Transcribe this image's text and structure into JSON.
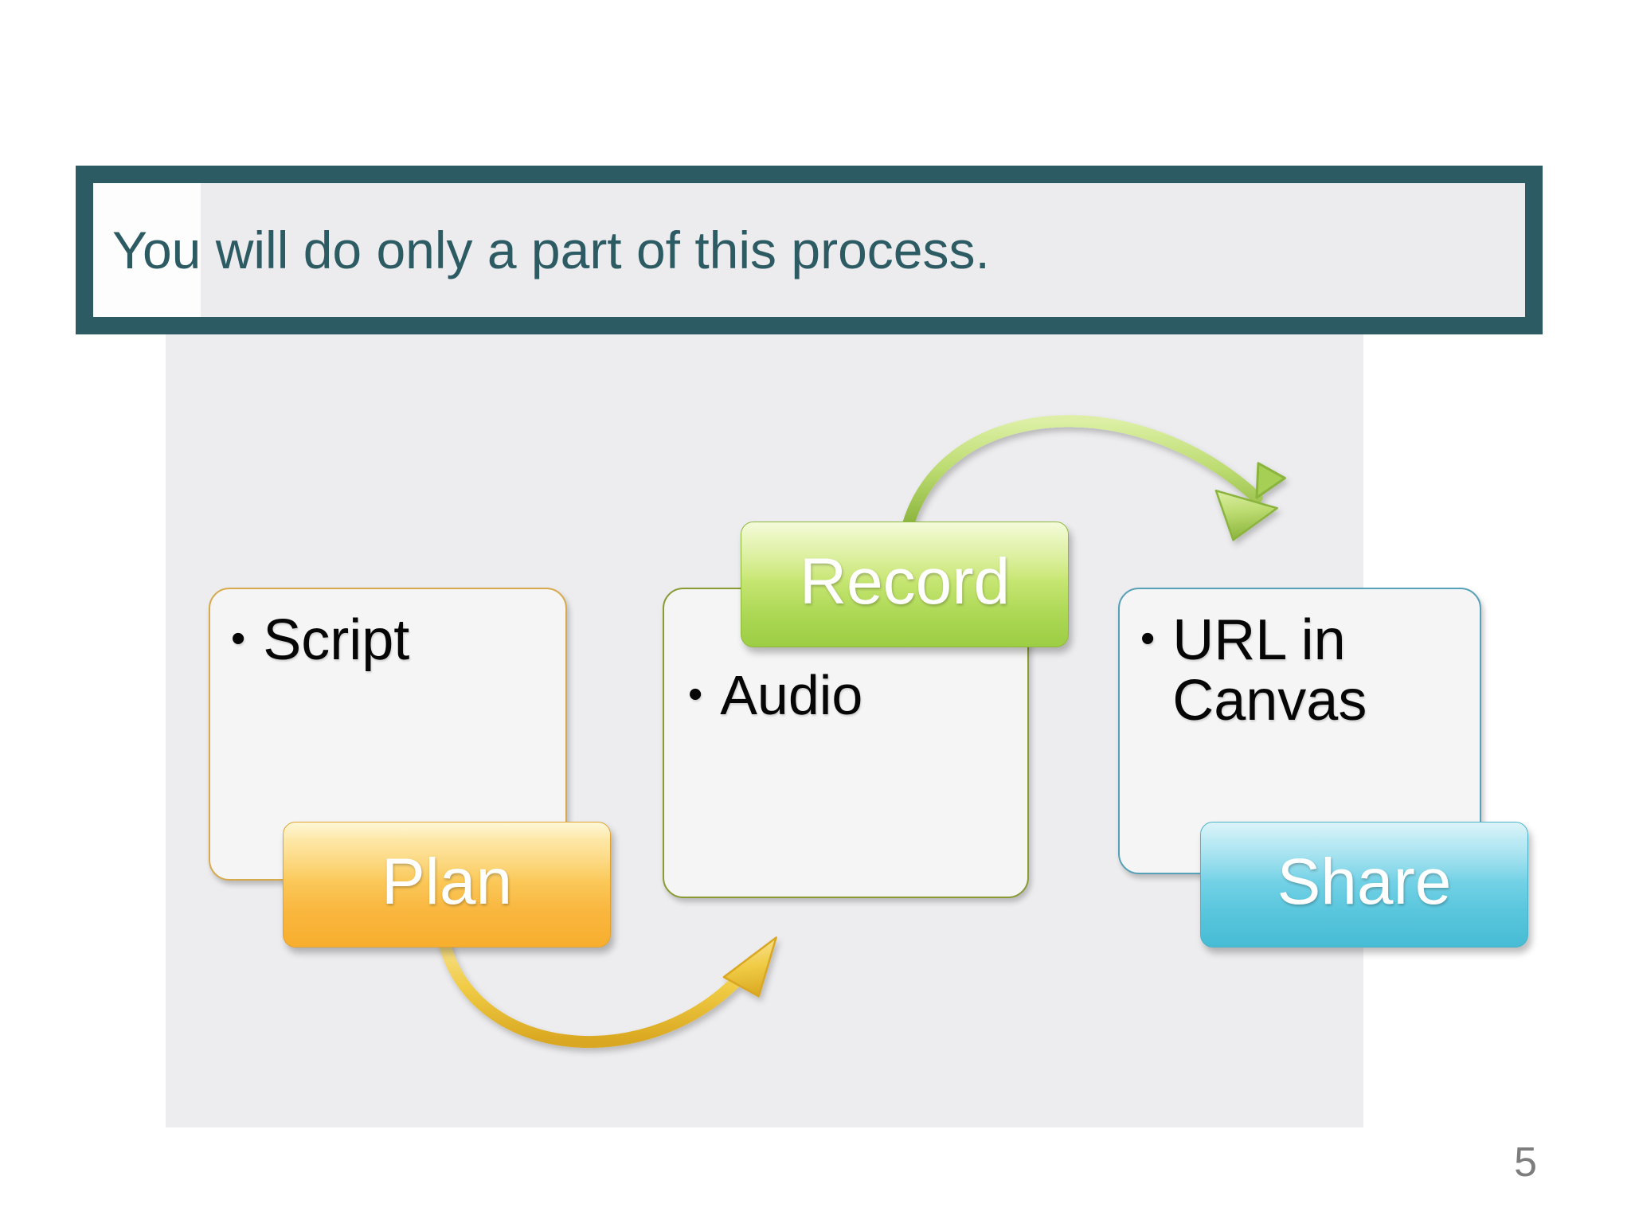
{
  "slide": {
    "page_number": "5",
    "title": "You will do only a part of this process.",
    "theme": {
      "title_border": "#2d5b63",
      "title_text_color": "#2d5b63",
      "title_fill": "#ececee",
      "panel_fill": "#ededef",
      "page_number_color": "#7d7d7d",
      "body_text_color": "#060606"
    }
  },
  "process": {
    "steps": [
      {
        "id": "plan",
        "button_label": "Plan",
        "bullet": "•",
        "detail_label": "Script",
        "button_color_top": "#fdf0b4",
        "button_color_bottom": "#f8ae2e",
        "box_border_color": "#d8aa4e"
      },
      {
        "id": "record",
        "button_label": "Record",
        "bullet": "•",
        "detail_label": "Audio",
        "button_color_top": "#e9f7bd",
        "button_color_bottom": "#9ccd43",
        "box_border_color": "#8b9a33"
      },
      {
        "id": "share",
        "button_label": "Share",
        "bullet": "•",
        "detail_label": "URL in Canvas",
        "button_color_top": "#bfeaf4",
        "button_color_bottom": "#46bcd4",
        "box_border_color": "#57a1b8"
      }
    ],
    "connectors": [
      {
        "id": "plan-to-record",
        "icon": "curved-arrow-right-icon",
        "color": "#e8c23a"
      },
      {
        "id": "record-to-share",
        "icon": "curved-arrow-right-icon",
        "color": "#a6cf55"
      }
    ]
  }
}
